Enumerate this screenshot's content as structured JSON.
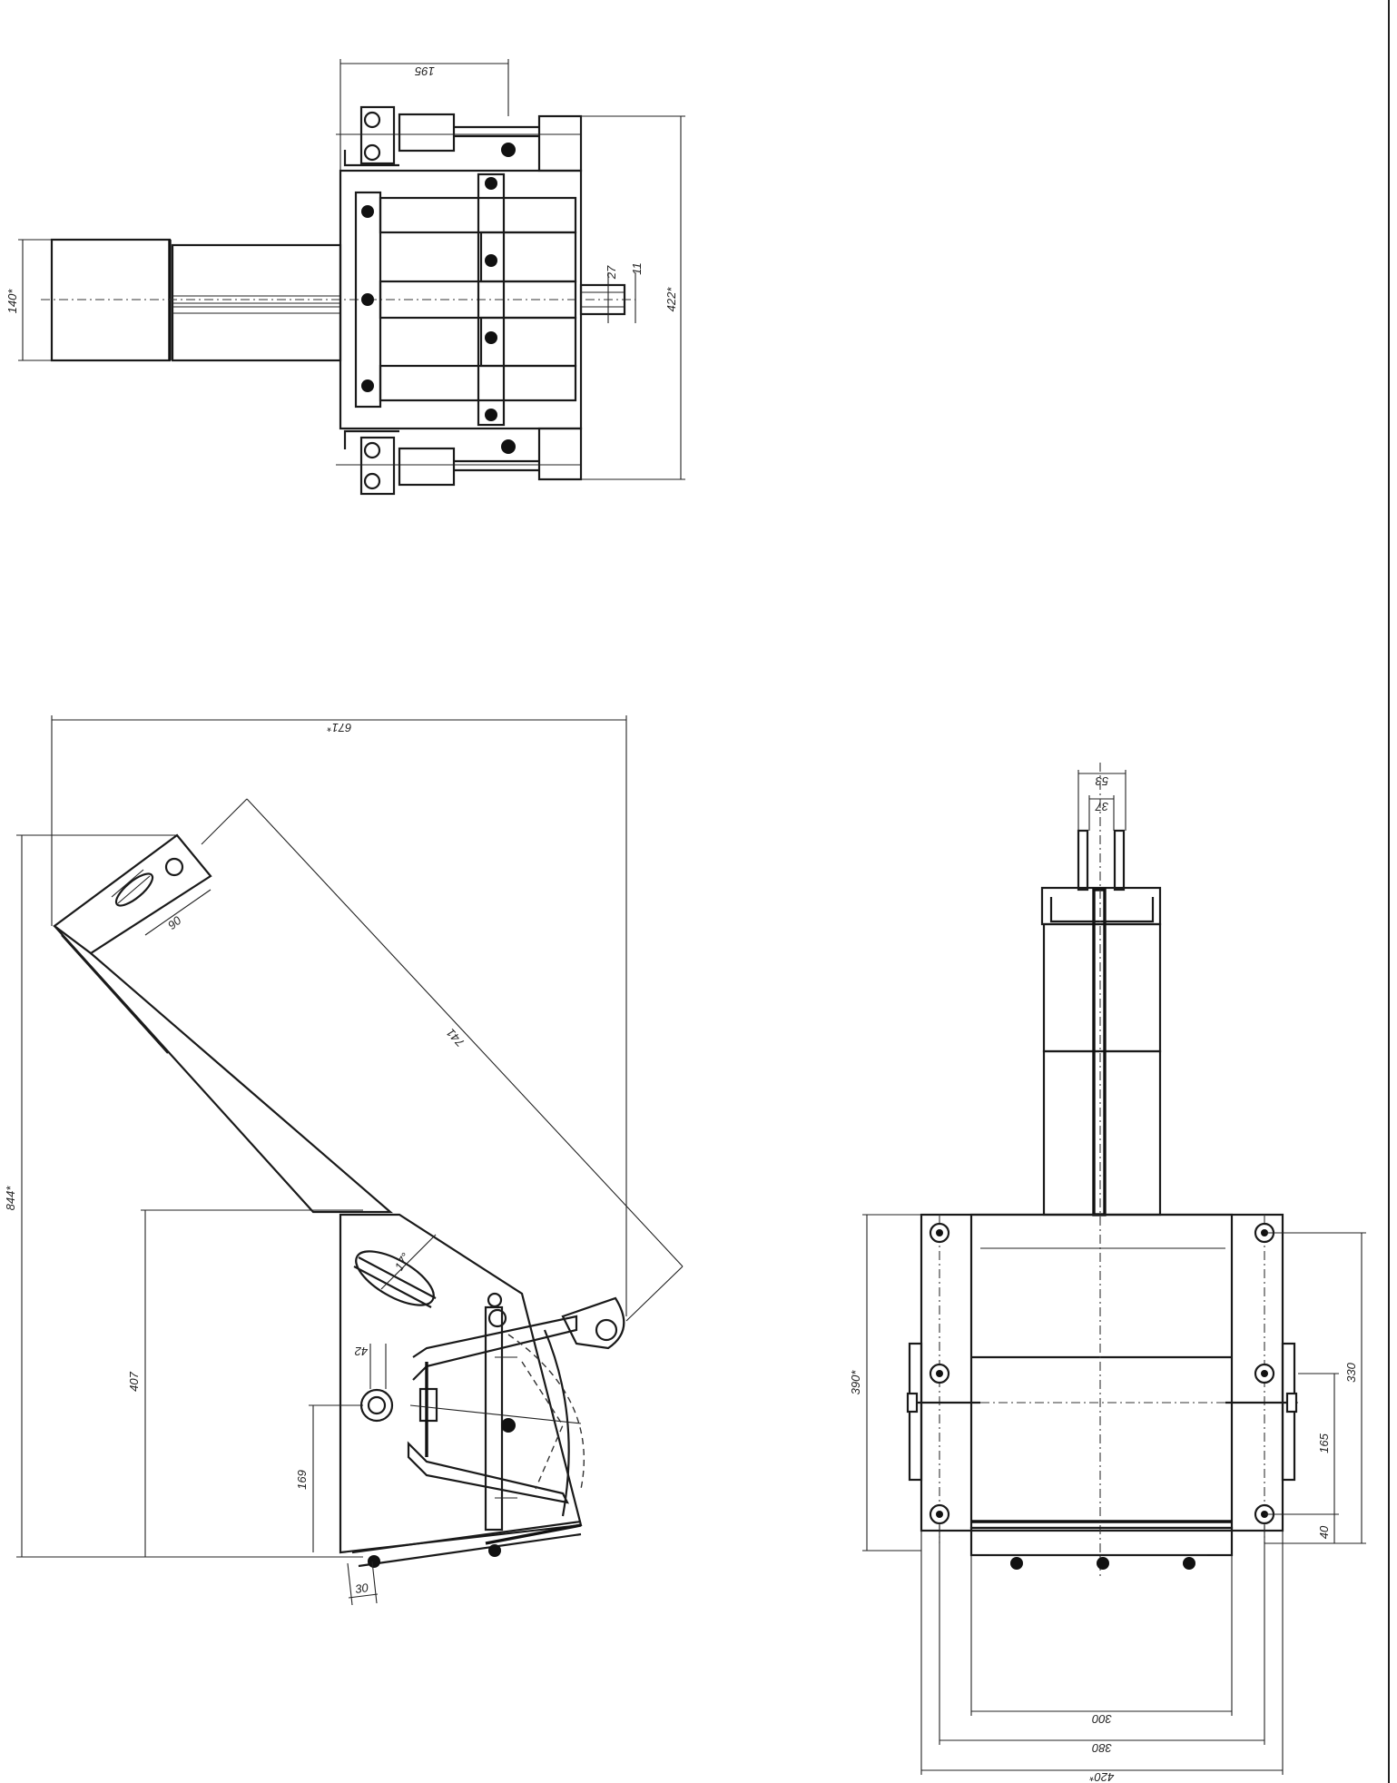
{
  "drawing": {
    "dims": {
      "top_width": "195",
      "top_shaft_a": "27",
      "top_shaft_b": "11",
      "top_height": "422*",
      "top_left_height": "140*",
      "side_overall": "671*",
      "side_height": "844*",
      "side_arm": "741",
      "side_90": "90",
      "side_angle": "17°",
      "side_42": "42",
      "side_407": "407",
      "side_169": "169",
      "side_30": "30",
      "front_53": "53",
      "front_37": "37",
      "front_390": "390*",
      "front_330": "330",
      "front_165": "165",
      "front_40": "40",
      "front_300": "300",
      "front_380": "380",
      "front_420": "420*"
    }
  }
}
